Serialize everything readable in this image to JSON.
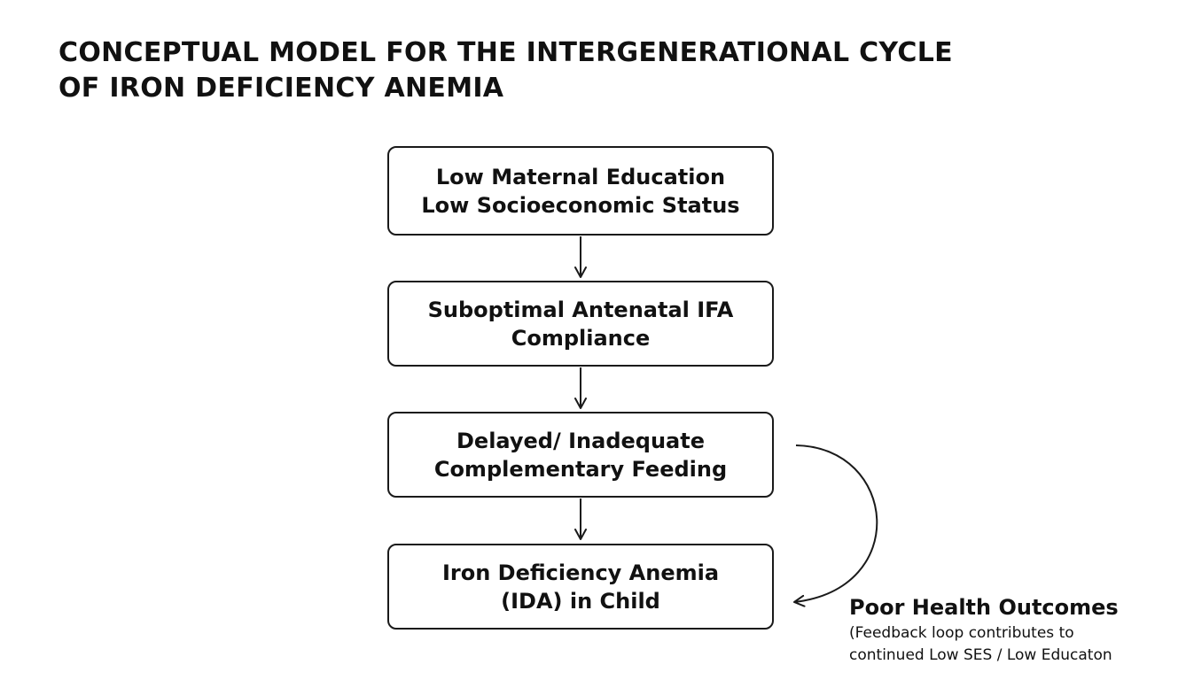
{
  "title": {
    "line1": "CONCEPTUAL MODEL FOR THE INTERGENERATIONAL CYCLE",
    "line2": "OF IRON DEFICIENCY ANEMIA"
  },
  "nodes": [
    {
      "lines": [
        "Low Maternal Education",
        "Low Socioeconomic Status"
      ]
    },
    {
      "lines": [
        "Suboptimal Antenatal IFA",
        "Compliance"
      ]
    },
    {
      "lines": [
        "Delayed/ Inadequate",
        "Complementary Feeding"
      ]
    },
    {
      "lines": [
        "Iron Deficiency Anemia",
        "(IDA) in Child"
      ]
    }
  ],
  "outcome": {
    "title": "Poor Health Outcomes",
    "note_line1": "(Feedback loop contributes to",
    "note_line2": "continued Low SES / Low Educaton"
  },
  "colors": {
    "stroke": "#1a1a1a",
    "text": "#111111",
    "background": "#ffffff"
  }
}
